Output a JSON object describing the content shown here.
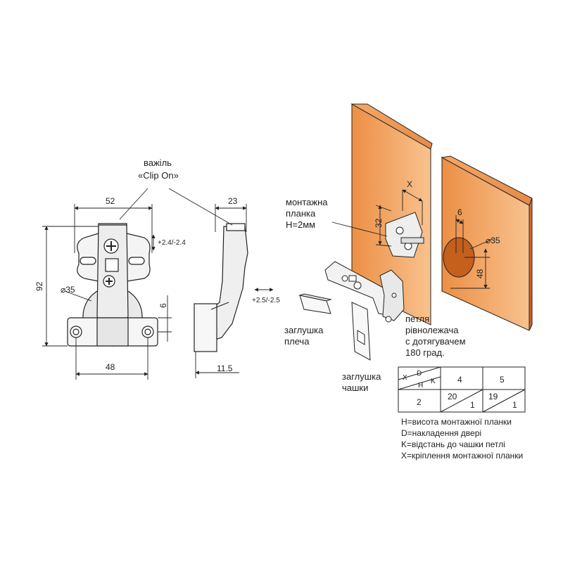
{
  "left_drawing": {
    "lever_label_line1": "важіль",
    "lever_label_line2": "«Clip On»",
    "dim_52": "52",
    "dim_23": "23",
    "dim_92": "92",
    "dim_diameter_35": "⌀35",
    "dim_6": "6",
    "dim_48": "48",
    "dim_11_5": "11.5",
    "adj_vertical": "+2.4/-2.4",
    "adj_horizontal": "+2.5/-2.5"
  },
  "right_drawing": {
    "mount_plate_line1": "монтажна",
    "mount_plate_line2": "планка",
    "mount_plate_line3": "H=2мм",
    "dim_x": "X",
    "dim_32": "32",
    "dim_6": "6",
    "dim_diameter_35": "⌀35",
    "dim_48": "48",
    "hinge_line1": "петля",
    "hinge_line2": "рівнолежача",
    "hinge_line3": "с дотягувачем",
    "hinge_line4": "180 град.",
    "arm_cap_line1": "заглушка",
    "arm_cap_line2": "плеча",
    "cup_cap_line1": "заглушка",
    "cup_cap_line2": "чашки"
  },
  "table": {
    "hdr_x": "X",
    "hdr_d": "D",
    "hdr_h": "H",
    "hdr_k": "K",
    "col1": "4",
    "col2": "5",
    "row_h": "2",
    "c1_top": "20",
    "c1_bottom": "1",
    "c2_top": "19",
    "c2_bottom": "1"
  },
  "legend": [
    "H=висота монтажної планки",
    "D=накладення двері",
    "K=відстань до чашки петлі",
    "X=кріплення монтажної планки"
  ],
  "colors": {
    "wood_light": "#f6b77c",
    "wood_dark": "#e0762c",
    "line": "#222222"
  }
}
